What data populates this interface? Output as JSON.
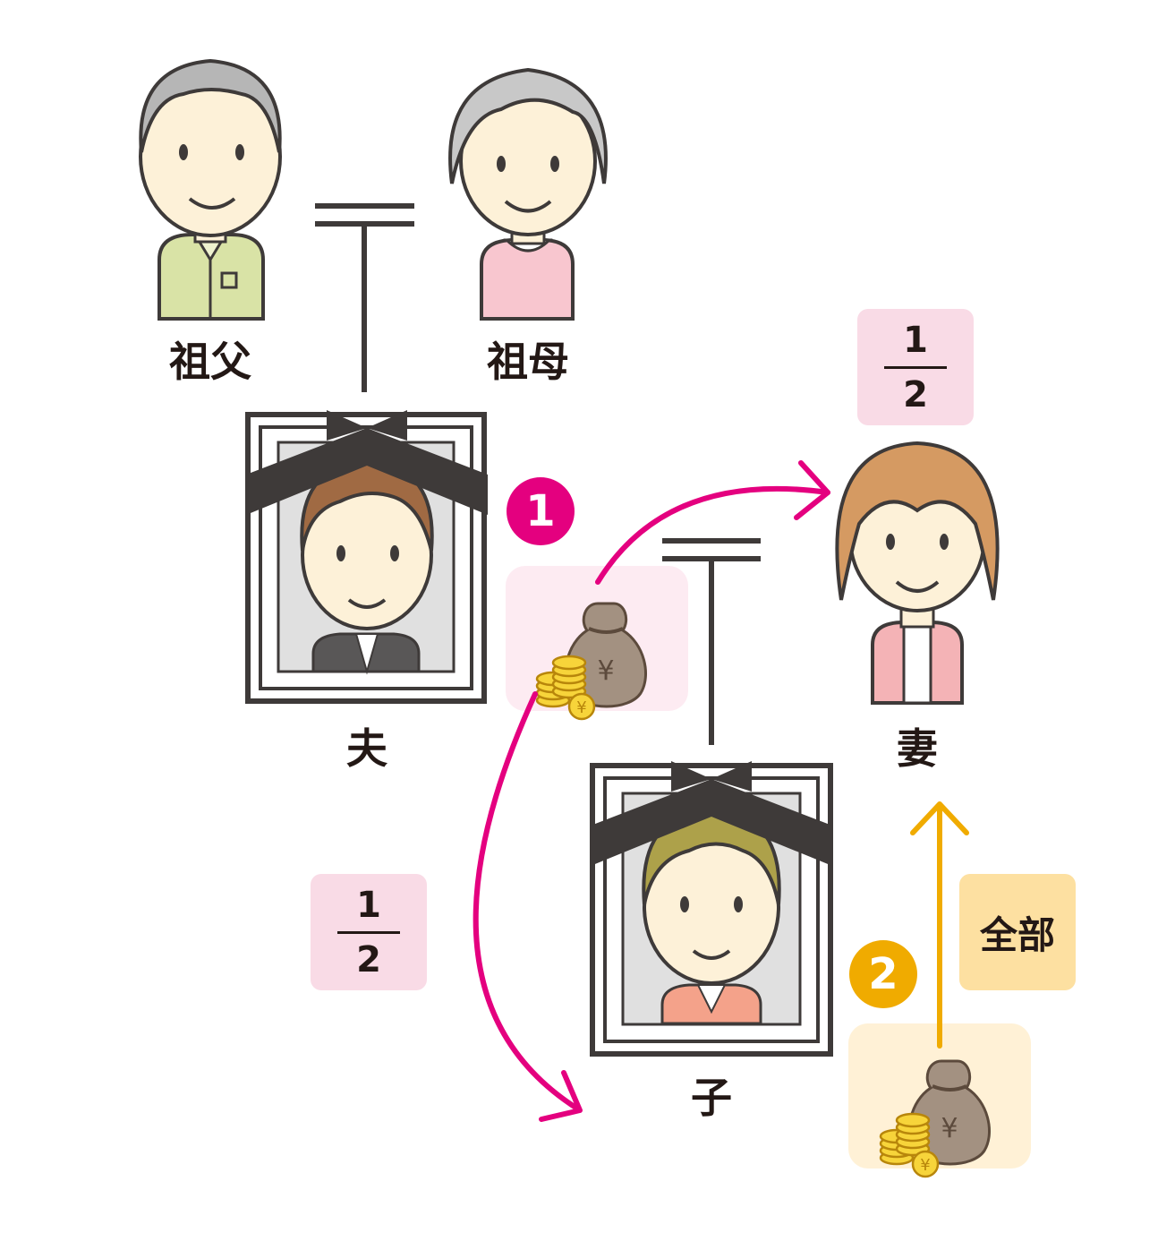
{
  "people": {
    "grandfather": "祖父",
    "grandmother": "祖母",
    "husband": "夫",
    "wife": "妻",
    "child": "子"
  },
  "shares": {
    "wife": {
      "numerator": "1",
      "denominator": "2"
    },
    "child": {
      "numerator": "1",
      "denominator": "2"
    },
    "all": "全部"
  },
  "steps": {
    "first": "1",
    "second": "2"
  },
  "colors": {
    "step1": "#e4007f",
    "step2": "#f0ab00",
    "share_pink": "#f9dbe6",
    "share_yellow": "#fde0a1",
    "money_pink_bg": "#fdebf2",
    "money_yellow_bg": "#fff1d6"
  },
  "icons": {
    "money": "money-bag-yen-icon",
    "coins": "coin-stack-icon",
    "portrait": "mourning-portrait-frame-icon"
  }
}
